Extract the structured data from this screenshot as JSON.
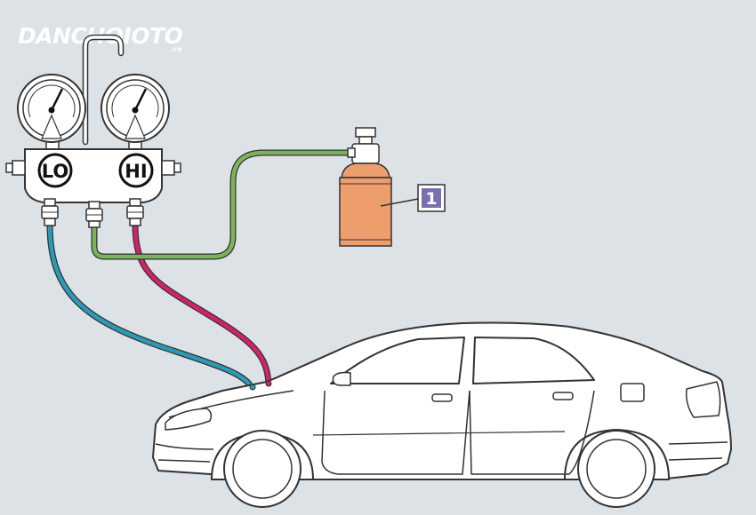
{
  "watermark": {
    "brand": "DANCHOIOTO",
    "suffix": ".VN"
  },
  "manifold": {
    "low_label": "LO",
    "high_label": "HI"
  },
  "callout": {
    "number": "1"
  },
  "colors": {
    "background": "#dde2e6",
    "low_hose": "#2b9bb5",
    "high_hose": "#d4206e",
    "charging_hose": "#7bb35a",
    "refrigerant_can": "#ee9e6c",
    "callout_box": "#7b6fb4"
  }
}
